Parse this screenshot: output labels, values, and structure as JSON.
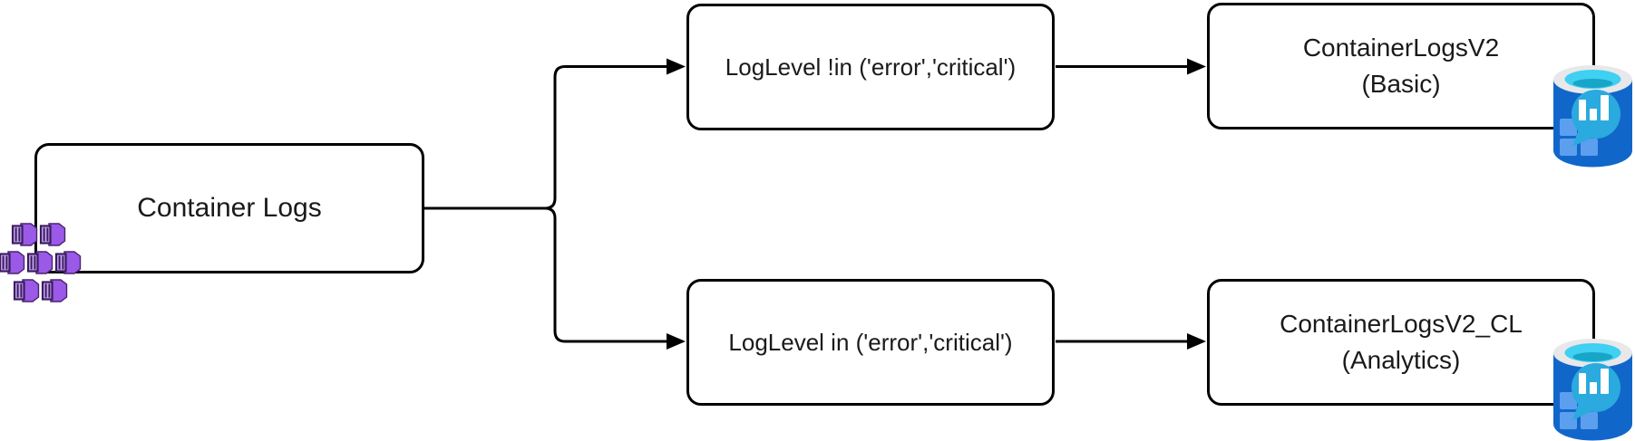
{
  "diagram": {
    "nodes": {
      "source": {
        "label": "Container Logs"
      },
      "filter_basic": {
        "label": "LogLevel !in ('error','critical')"
      },
      "filter_analytics": {
        "label": "LogLevel in ('error','critical')"
      },
      "table_basic": {
        "name": "ContainerLogsV2",
        "plan": "(Basic)"
      },
      "table_analytics": {
        "name": "ContainerLogsV2_CL",
        "plan": "(Analytics)"
      }
    },
    "icons": {
      "source": "container-instances-icon",
      "table_basic": "log-analytics-workspace-icon",
      "table_analytics": "log-analytics-workspace-icon"
    }
  },
  "colors": {
    "line": "#000000",
    "text": "#1a1a1a",
    "box_bg": "#ffffff",
    "container_purple": "#9b59e8",
    "container_purple_dark": "#47246b",
    "container_door": "#c9a6f5",
    "container_door_dark": "#3a1d5e",
    "cylinder_blue": "#1167c9",
    "cylinder_rim": "#e8e8ea",
    "cylinder_top_cyan": "#3fd0f2",
    "cylinder_top_shadow": "#17a5c8",
    "bubble_teal": "#2aaade",
    "square_blue": "#5c9fee",
    "bar_white": "#ffffff"
  }
}
